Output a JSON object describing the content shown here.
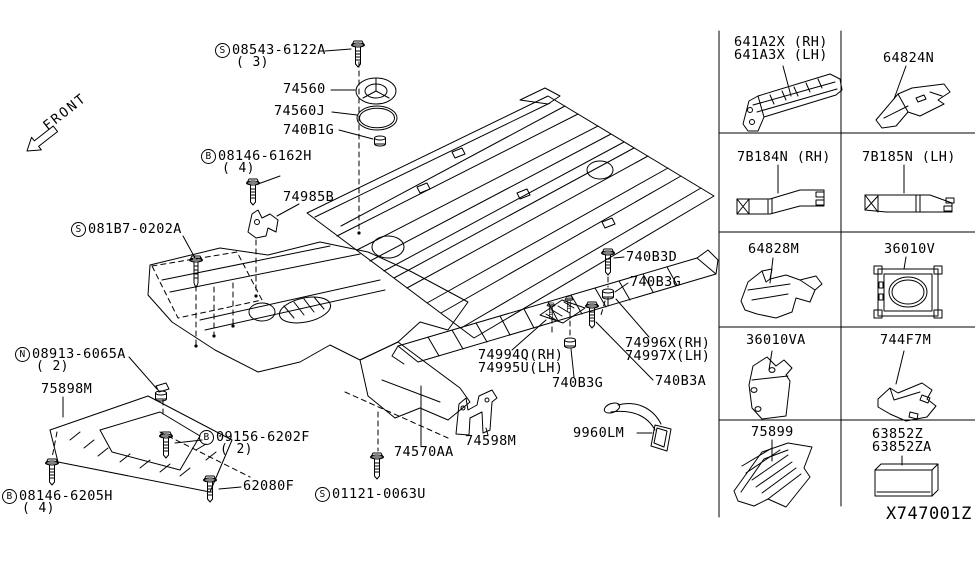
{
  "title_code": "X747001Z",
  "front_label": "FRONT",
  "colors": {
    "ink": "#000000",
    "bg": "#ffffff"
  },
  "callouts": {
    "screw_08543": {
      "prefix": "S",
      "num": "08543-6122A",
      "qty": "( 3)"
    },
    "plug_74560": {
      "num": "74560"
    },
    "seal_74560j": {
      "num": "74560J"
    },
    "nut_740b1g": {
      "num": "740B1G"
    },
    "bolt_08146_6162h": {
      "prefix": "B",
      "num": "08146-6162H",
      "qty": "( 4)"
    },
    "bracket_74985b": {
      "num": "74985B"
    },
    "screw_081b7": {
      "prefix": "S",
      "num": "081B7-0202A"
    },
    "nut_08913": {
      "prefix": "N",
      "num": "08913-6065A",
      "qty": "( 2)"
    },
    "cover_75898m": {
      "num": "75898M"
    },
    "bolt_09156": {
      "prefix": "B",
      "num": "09156-6202F",
      "qty": "( 2)"
    },
    "bolt_08146_6205h": {
      "prefix": "B",
      "num": "08146-6205H",
      "qty": "( 4)"
    },
    "bolt_62080f": {
      "num": "62080F"
    },
    "bolt_01121": {
      "prefix": "S",
      "num": "01121-0063U"
    },
    "member_74570aa": {
      "num": "74570AA"
    },
    "bracket_74598m": {
      "num": "74598M"
    },
    "band_9960lm": {
      "num": "9960LM"
    },
    "insulator_74994q": {
      "line1": "74994Q(RH)",
      "line2": "74995U(LH)"
    },
    "bolt_740b3g_lower": {
      "num": "740B3G"
    },
    "bolt_740b3d": {
      "num": "740B3D"
    },
    "bolt_740b3g_upper": {
      "num": "740B3G"
    },
    "bolt_740b3a": {
      "num": "740B3A"
    },
    "member_74996x": {
      "line1": "74996X(RH)",
      "line2": "74997X(LH)"
    }
  },
  "panel_cells": {
    "bracket_641a2x": {
      "line1": "641A2X (RH)",
      "line2": "641A3X (LH)"
    },
    "cover_64824n": {
      "num": "64824N"
    },
    "member_7b184n": {
      "num": "7B184N (RH)"
    },
    "member_7b185n": {
      "num": "7B185N (LH)"
    },
    "bracket_64828m": {
      "num": "64828M"
    },
    "device_36010v": {
      "num": "36010V"
    },
    "bracket_36010va": {
      "num": "36010VA"
    },
    "bracket_744f7m": {
      "num": "744F7M"
    },
    "cover_75899": {
      "num": "75899"
    },
    "pad_63852z": {
      "line1": "63852Z",
      "line2": "63852ZA"
    }
  }
}
